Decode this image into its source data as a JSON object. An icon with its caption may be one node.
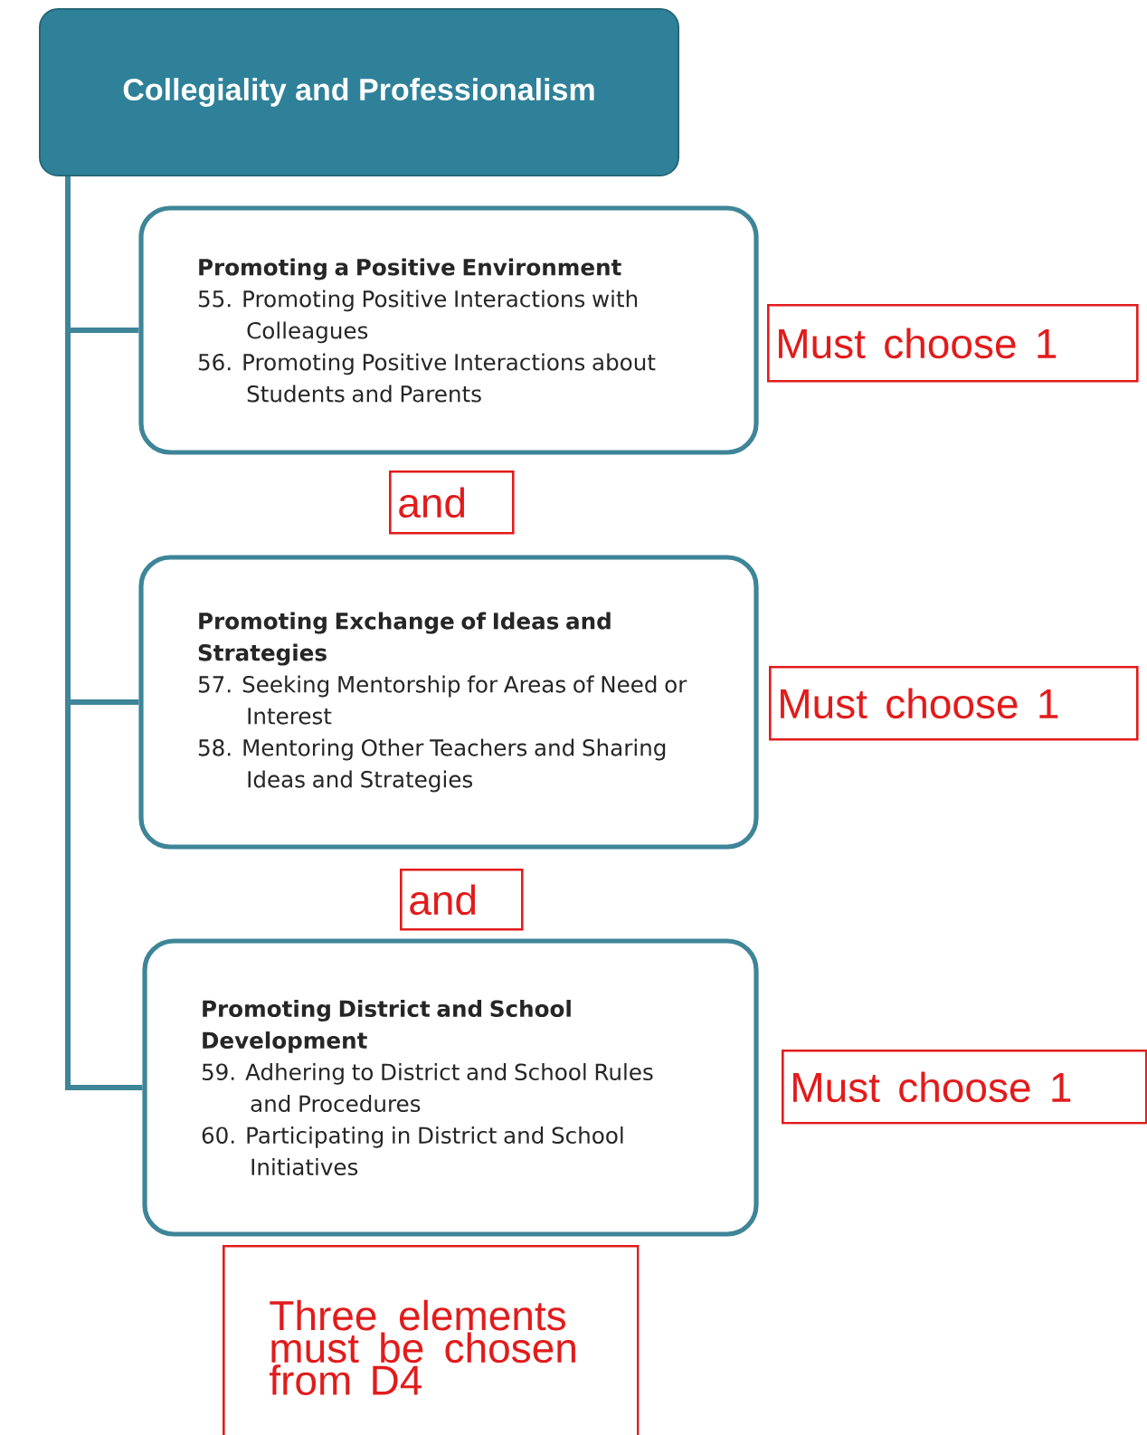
{
  "diagram": {
    "nodes": [
      {
        "text": [
          "Collegiality and Professionalism"
        ]
      },
      {
        "text": [
          "Promoting a Positive Environment",
          "55. Promoting Positive Interactions with Colleagues",
          "56. Promoting Positive Interactions about Students and Parents"
        ]
      },
      {
        "text": [
          "Promoting Exchange of Ideas and Strategies",
          "57. Seeking Mentorship for Areas of Need or Interest",
          "58. Mentoring Other Teachers and Sharing Ideas and Strategies"
        ]
      },
      {
        "text": [
          "Promoting District and School Development",
          "59. Adhering to District and School Rules and Procedures",
          "60. Participating in District and School Initiatives"
        ]
      },
      {
        "text": [
          "Must choose 1"
        ]
      },
      {
        "text": [
          "and"
        ]
      },
      {
        "text": [
          "Must choose 1"
        ]
      },
      {
        "text": [
          "and"
        ]
      },
      {
        "text": [
          "Must choose 1"
        ]
      },
      {
        "text": [
          "Three elements must be chosen from D4"
        ]
      }
    ],
    "edges": [
      {
        "from": 0,
        "to": 1,
        "arrow": "none"
      },
      {
        "from": 0,
        "to": 2,
        "arrow": "none"
      },
      {
        "from": 0,
        "to": 3,
        "arrow": "none"
      }
    ]
  }
}
